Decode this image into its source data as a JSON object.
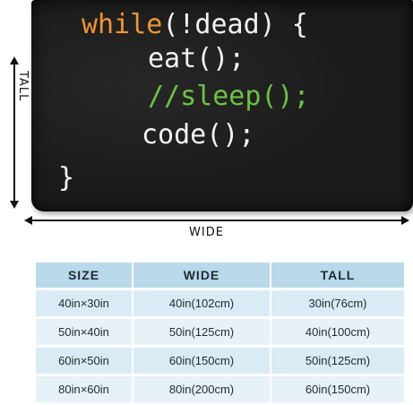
{
  "product": {
    "code_lines": [
      {
        "keyword": "while",
        "rest": "(!dead) {"
      },
      {
        "text": "eat();"
      },
      {
        "comment": "//sleep();"
      },
      {
        "text": "code();"
      },
      {
        "text": "}"
      }
    ],
    "colors": {
      "keyword": "#f0932b",
      "comment": "#67c23a",
      "text": "#f2f2f2",
      "fabric": "#1b1b1b"
    }
  },
  "dimensions": {
    "tall_label": "TALL",
    "wide_label": "WIDE"
  },
  "size_table": {
    "headers": [
      "SIZE",
      "WIDE",
      "TALL"
    ],
    "rows": [
      [
        "40in×30in",
        "40in(102cm)",
        "30in(76cm)"
      ],
      [
        "50in×40in",
        "50in(125cm)",
        "40in(100cm)"
      ],
      [
        "60in×50in",
        "60in(150cm)",
        "50in(125cm)"
      ],
      [
        "80in×60in",
        "80in(200cm)",
        "60in(150cm)"
      ]
    ],
    "colors": {
      "header": "#b9d9ea",
      "row": "#d9ebf4"
    }
  }
}
